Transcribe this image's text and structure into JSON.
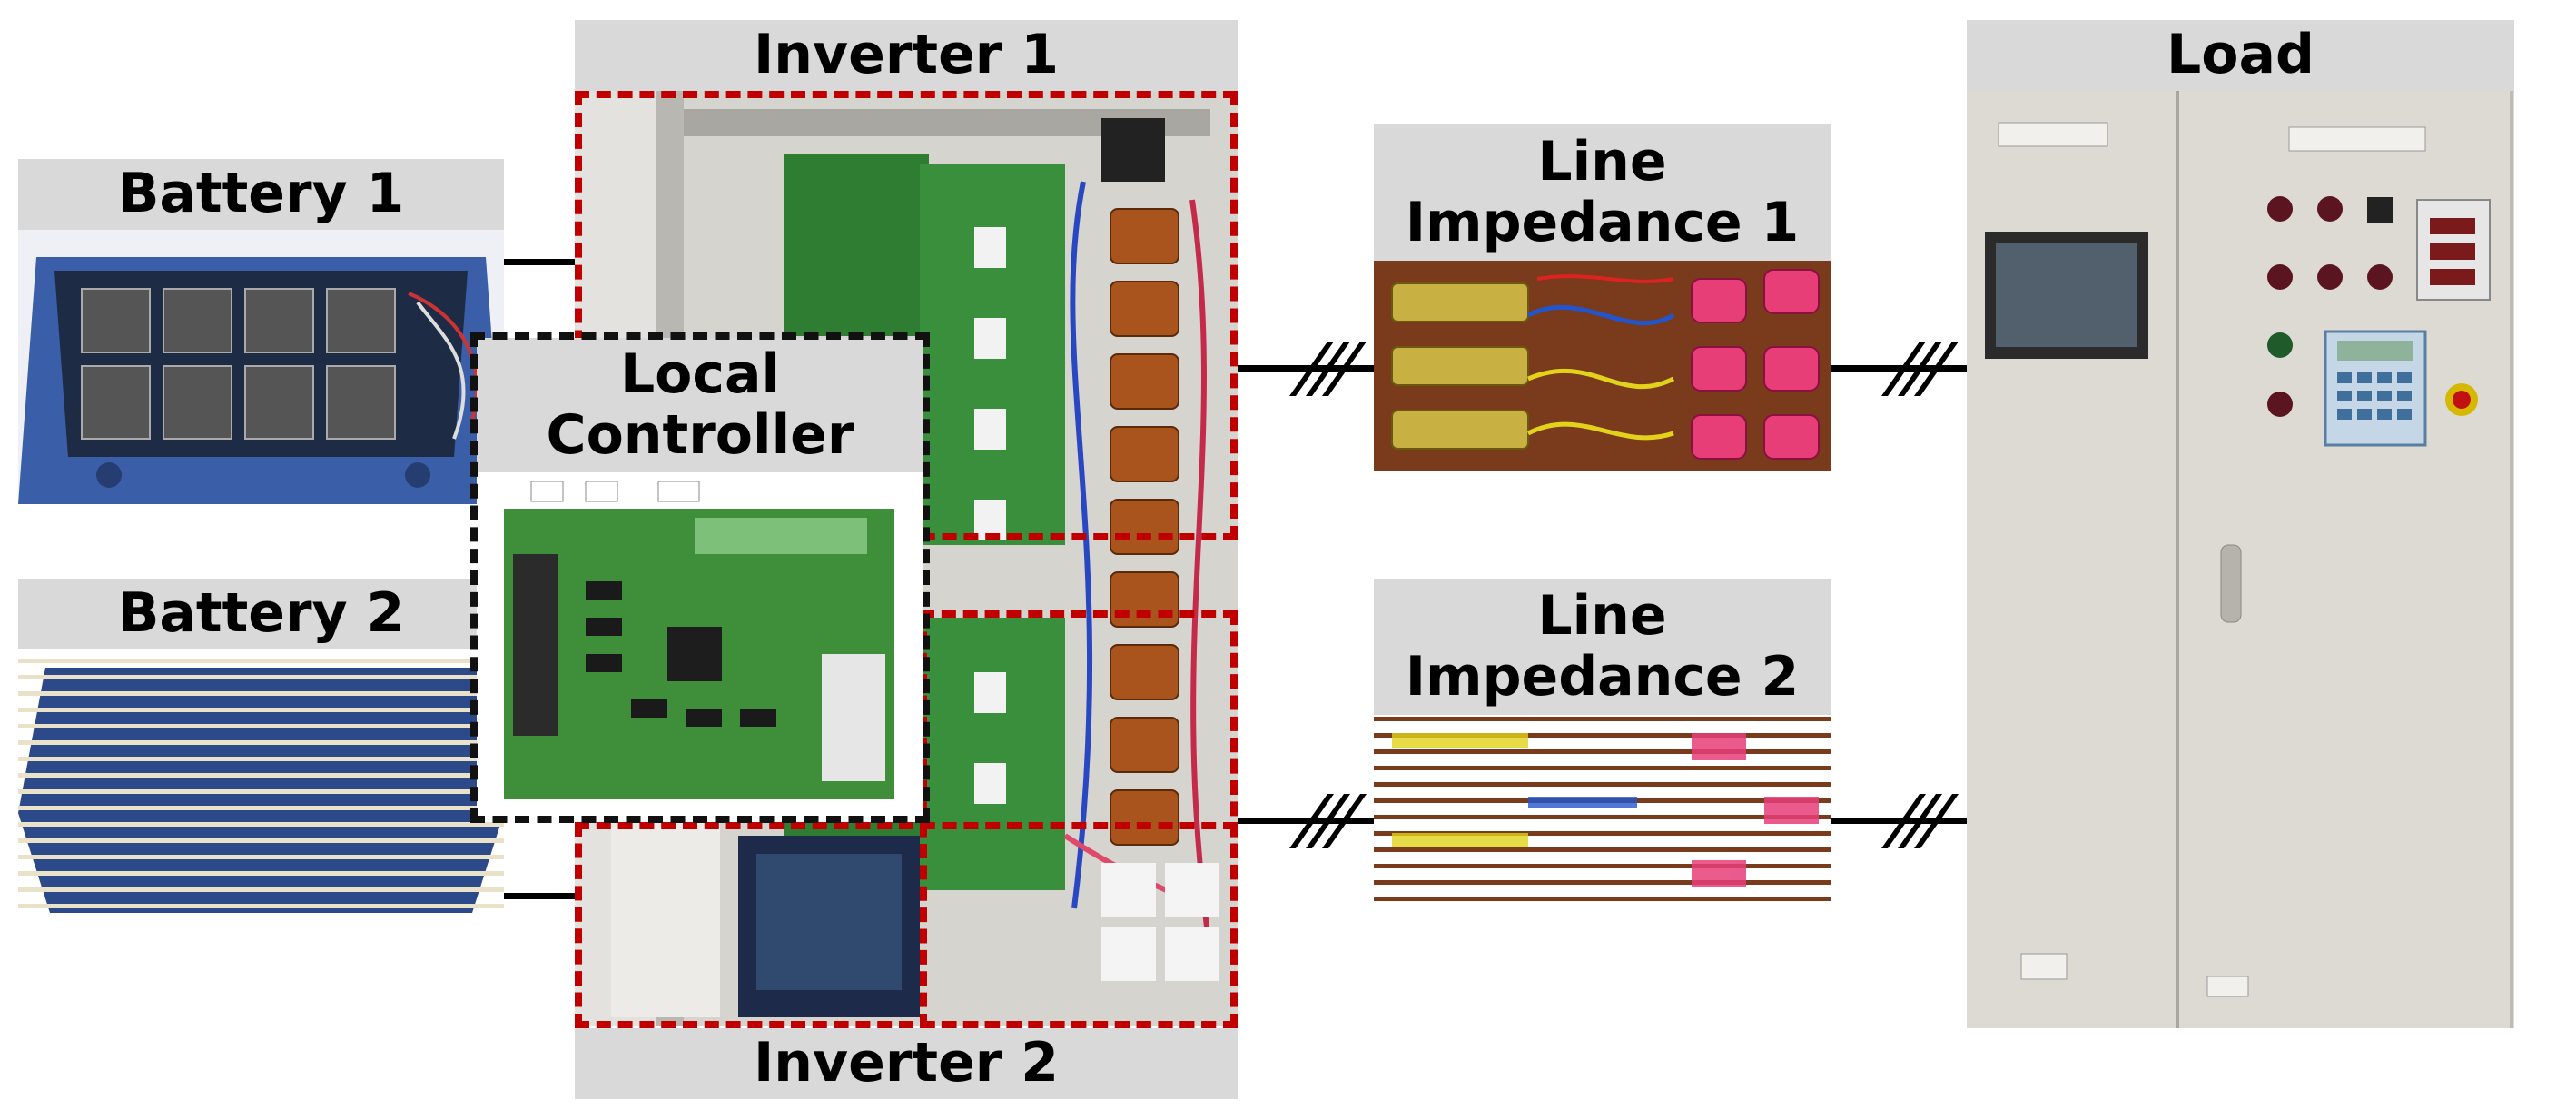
{
  "labels": {
    "battery1": "Battery 1",
    "battery2": "Battery 2",
    "inverter1": "Inverter 1",
    "inverter2": "Inverter 2",
    "local_controller": "Local\nController",
    "line_impedance1": "Line\nImpedance 1",
    "line_impedance2": "Line\nImpedance 2",
    "load": "Load"
  },
  "colors": {
    "label_bg": "#d9d9d9",
    "inverter_border": "#c00000",
    "controller_border": "#111111",
    "battery_blue": "#3a5fa8",
    "pcb_green": "#2e7d32",
    "cabinet_beige": "#dcdad2"
  }
}
